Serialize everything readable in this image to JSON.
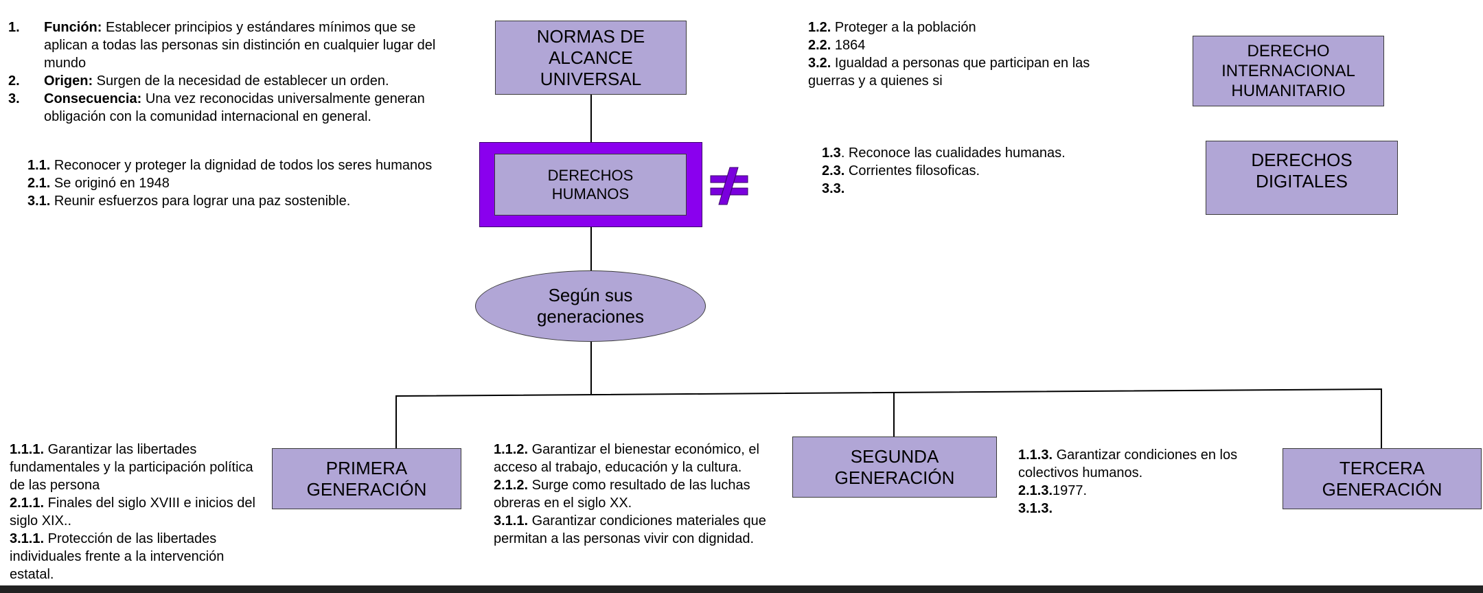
{
  "intro": {
    "items": [
      {
        "num": "1.",
        "label": "Función:",
        "text": " Establecer principios y estándares mínimos que se aplican a todas las personas sin distinción en cualquier lugar del mundo"
      },
      {
        "num": "2.",
        "label": "Origen:",
        "text": " Surgen de la necesidad de establecer un orden."
      },
      {
        "num": "3.",
        "label": "Consecuencia:",
        "text": " Una vez reconocidas universalmente generan obligación con la comunidad internacional en general."
      }
    ]
  },
  "boxes": {
    "normas": "NORMAS DE\nALCANCE\nUNIVERSAL",
    "derechos_humanos": "DERECHOS\nHUMANOS",
    "generaciones": "Según sus\ngeneraciones",
    "dih": "DERECHO\nINTERNACIONAL\nHUMANITARIO",
    "digitales": "DERECHOS\nDIGITALES",
    "primera": "PRIMERA\nGENERACIÓN",
    "segunda": "SEGUNDA\nGENERACIÓN",
    "tercera": "TERCERA\nGENERACIÓN"
  },
  "dh_notes": [
    {
      "k": "1.1.",
      "v": " Reconocer y proteger la dignidad de todos los seres humanos"
    },
    {
      "k": "2.1.",
      "v": " Se originó en 1948"
    },
    {
      "k": "3.1.",
      "v": " Reunir esfuerzos para lograr una paz sostenible."
    }
  ],
  "dih_notes": [
    {
      "k": "1.2.",
      "v": " Proteger a la población"
    },
    {
      "k": "2.2.",
      "v": " 1864"
    },
    {
      "k": "3.2.",
      "v": " Igualdad a personas que participan en las guerras y a quienes si"
    }
  ],
  "digital_notes": [
    {
      "k": "1.3",
      "v": ". Reconoce las cualidades humanas."
    },
    {
      "k": "2.3.",
      "v": " Corrientes filosoficas."
    },
    {
      "k": "3.3.",
      "v": ""
    }
  ],
  "primera_notes": [
    {
      "k": "1.1.1.",
      "v": " Garantizar las libertades fundamentales y la participación política de las persona"
    },
    {
      "k": "2.1.1.",
      "v": " Finales del siglo XVIII e inicios del siglo XIX.."
    },
    {
      "k": "3.1.1.",
      "v": " Protección de las libertades individuales frente a la intervención estatal."
    }
  ],
  "segunda_notes": [
    {
      "k": "1.1.2.",
      "v": "  Garantizar el bienestar económico, el acceso al trabajo, educación y la cultura."
    },
    {
      "k": "2.1.2.",
      "v": " Surge como resultado de las luchas obreras en el siglo XX."
    },
    {
      "k": "3.1.1.",
      "v": " Garantizar condiciones materiales que permitan a las personas vivir con dignidad."
    }
  ],
  "tercera_notes": [
    {
      "k": "1.1.3.",
      "v": " Garantizar condiciones en los colectivos humanos."
    },
    {
      "k": "2.1.3.",
      "v": "1977."
    },
    {
      "k": "3.1.3.",
      "v": ""
    }
  ],
  "colors": {
    "box_fill": "#b1a6d6",
    "highlight_border": "#8a00ee",
    "not_equal_sign": "#7a00dd"
  },
  "icons": {
    "not_equal": "not-equal-icon"
  }
}
